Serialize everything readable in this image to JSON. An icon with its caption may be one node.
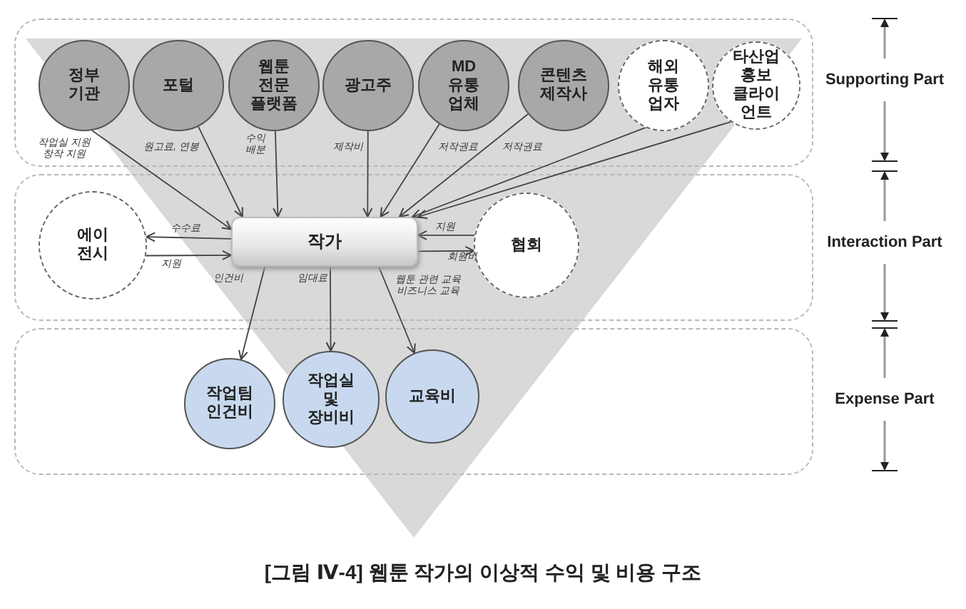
{
  "diagram": {
    "caption": "[그림 Ⅳ-4] 웹툰 작가의 이상적 수익 및 비용 구조",
    "nodes": [
      {
        "text": [],
        "shape": "box"
      },
      {
        "text": [
          "정부 기관"
        ],
        "in": 0
      },
      {
        "text": [
          "포털"
        ],
        "in": 0
      },
      {
        "text": [
          "웹툰 전문 플랫폼"
        ],
        "in": 0
      },
      {
        "text": [
          "광고주"
        ],
        "in": 0
      },
      {
        "text": [
          "MD 유통 업체"
        ],
        "in": 0
      },
      {
        "text": [
          "콘텐츠 제작사"
        ],
        "in": 0
      },
      {
        "text": [
          "해외 유통 업자"
        ],
        "in": 0
      },
      {
        "text": [
          "타산업 홍보 클라이언트"
        ],
        "in": 0
      },
      {
        "text": [],
        "shape": "box"
      },
      {
        "text": [
          "에이전시"
        ],
        "in": 9
      },
      {
        "text": [
          "작가"
        ],
        "in": 9
      },
      {
        "text": [
          "협회"
        ],
        "in": 9
      },
      {
        "text": [],
        "shape": "box"
      },
      {
        "text": [
          "작업팀 인건비"
        ],
        "in": 13
      },
      {
        "text": [
          "작업실 및 장비비"
        ],
        "in": 13
      },
      {
        "text": [
          "교육비"
        ],
        "in": 13
      }
    ],
    "edges": [
      {
        "from": 1,
        "to": 11,
        "arrow": "to",
        "label": "작업실 지원 창작 지원"
      },
      {
        "from": 2,
        "to": 11,
        "arrow": "to",
        "label": "원고료, 연봉"
      },
      {
        "from": 3,
        "to": 11,
        "arrow": "to",
        "label": "수익 배분"
      },
      {
        "from": 4,
        "to": 11,
        "arrow": "to",
        "label": "제작비"
      },
      {
        "from": 5,
        "to": 11,
        "arrow": "to",
        "label": "저작권료"
      },
      {
        "from": 6,
        "to": 11,
        "arrow": "to",
        "label": "저작권료"
      },
      {
        "from": 7,
        "to": 11,
        "arrow": "to"
      },
      {
        "from": 8,
        "to": 11,
        "arrow": "to"
      },
      {
        "from": 11,
        "to": 10,
        "arrow": "to",
        "label": "수수료"
      },
      {
        "from": 10,
        "to": 11,
        "arrow": "to",
        "label": "지원"
      },
      {
        "from": 12,
        "to": 11,
        "arrow": "to",
        "label": "지원"
      },
      {
        "from": 11,
        "to": 12,
        "arrow": "to",
        "label": "회원비"
      },
      {
        "from": 11,
        "to": 14,
        "arrow": "to",
        "label": "인건비"
      },
      {
        "from": 11,
        "to": 15,
        "arrow": "to",
        "label": "임대료"
      },
      {
        "from": 11,
        "to": 16,
        "arrow": "to",
        "label": "웹툰 관련 교육 비즈니스 교육"
      }
    ],
    "labels": [
      "Supporting Part",
      "Interaction Part",
      "Expense Part"
    ]
  }
}
